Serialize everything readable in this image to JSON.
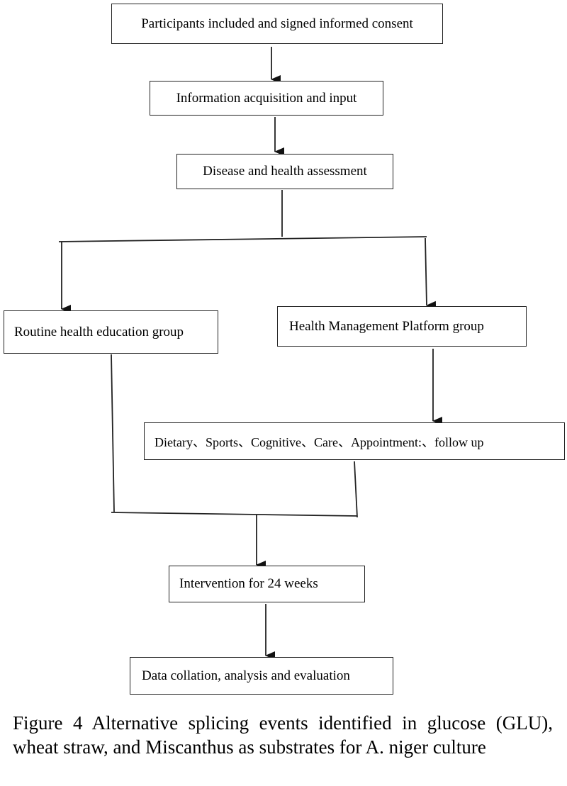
{
  "flowchart": {
    "nodes": {
      "consent": "Participants included and signed informed consent",
      "info": "Information acquisition and input",
      "assessment": "Disease and health assessment",
      "routine": "Routine health education group",
      "platform": "Health Management Platform group",
      "activities": "Dietary、Sports、Cognitive、Care、Appointment:、follow up",
      "intervention": "Intervention for 24 weeks",
      "data": "Data collation, analysis and evaluation"
    }
  },
  "caption": "Figure 4 Alternative splicing events identified in glucose (GLU), wheat straw, and Miscanthus as substrates for A. niger culture"
}
